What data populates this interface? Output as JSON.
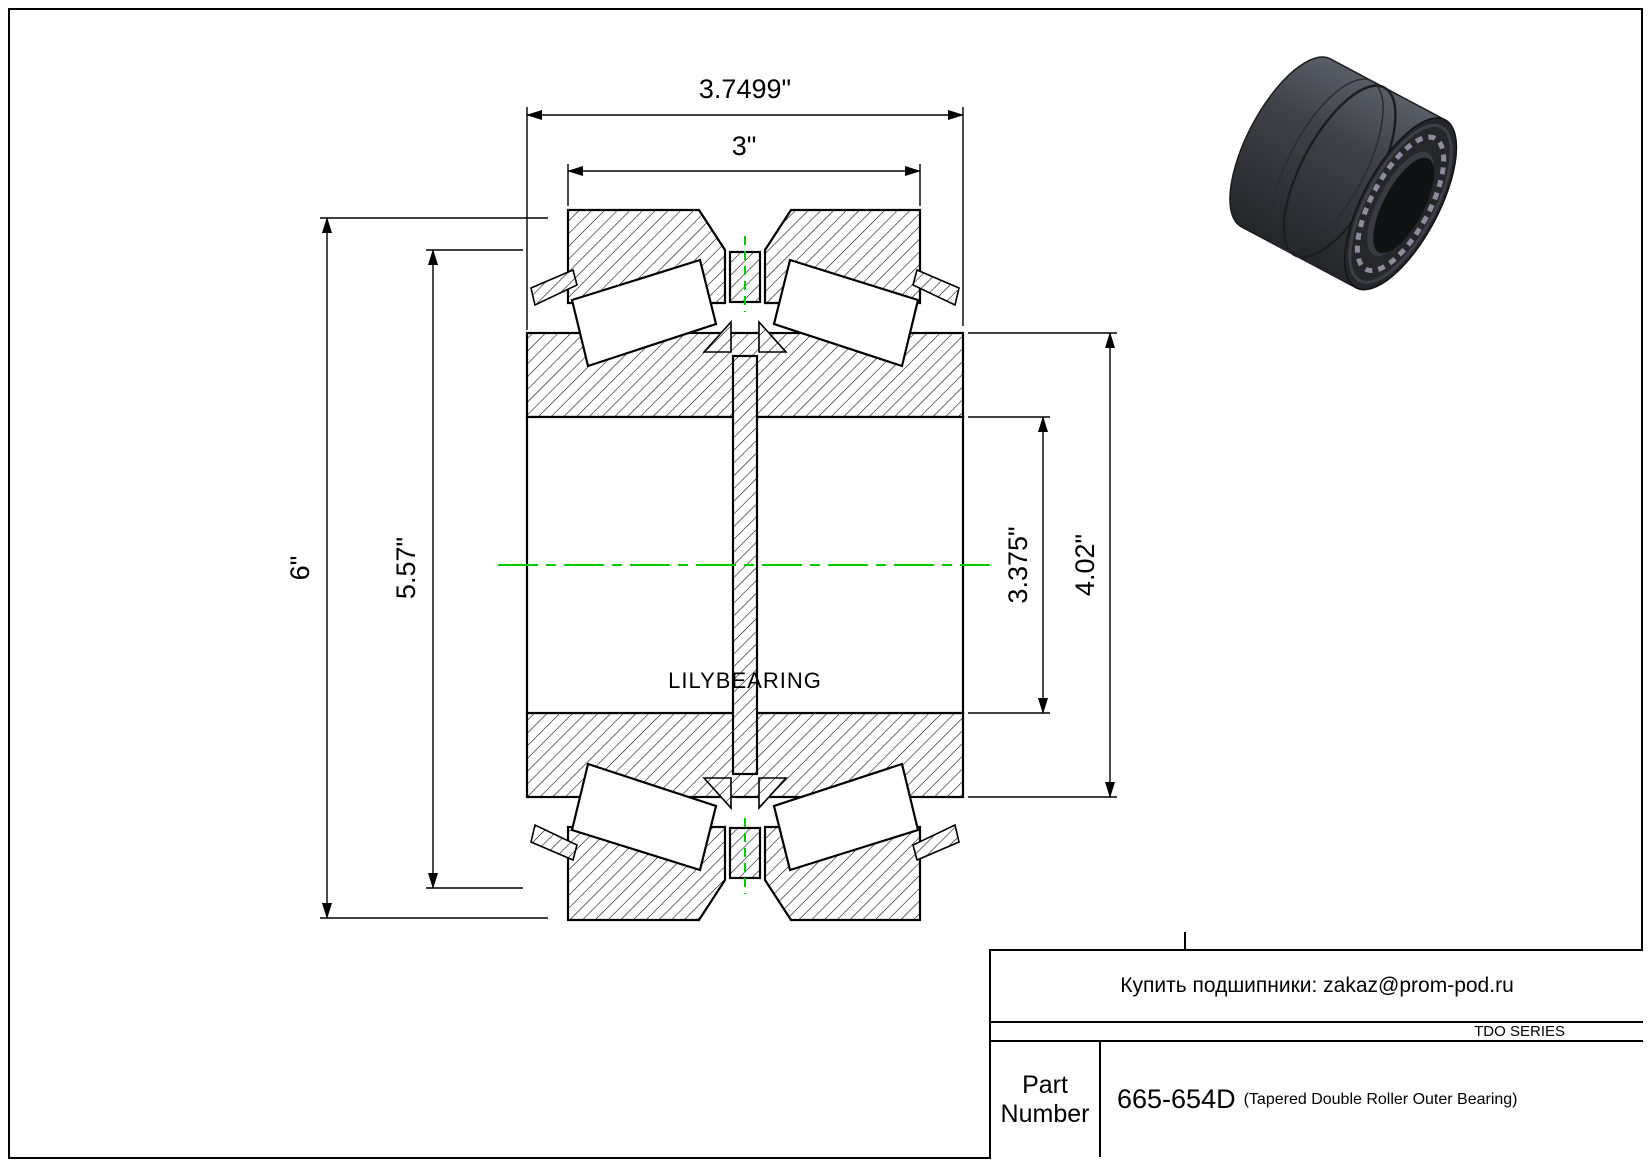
{
  "page": {
    "bg_color": "#ffffff",
    "line_color": "#000000"
  },
  "drawing": {
    "watermark": "LILYBEARING",
    "centerline_color": "#00cc00",
    "dimensions": {
      "overall_width": "3.7499\"",
      "cup_width": "3\"",
      "outer_diameter": "6\"",
      "cup_inner_diameter": "5.57\"",
      "bore_diameter": "3.375\"",
      "cone_front_diameter": "4.02\""
    }
  },
  "title_block": {
    "contact": "Купить подшипники: zakaz@prom-pod.ru",
    "series": "TDO SERIES",
    "part_label": "Part Number",
    "part_number": "665-654D",
    "part_description": "(Tapered Double Roller Outer Bearing)"
  }
}
